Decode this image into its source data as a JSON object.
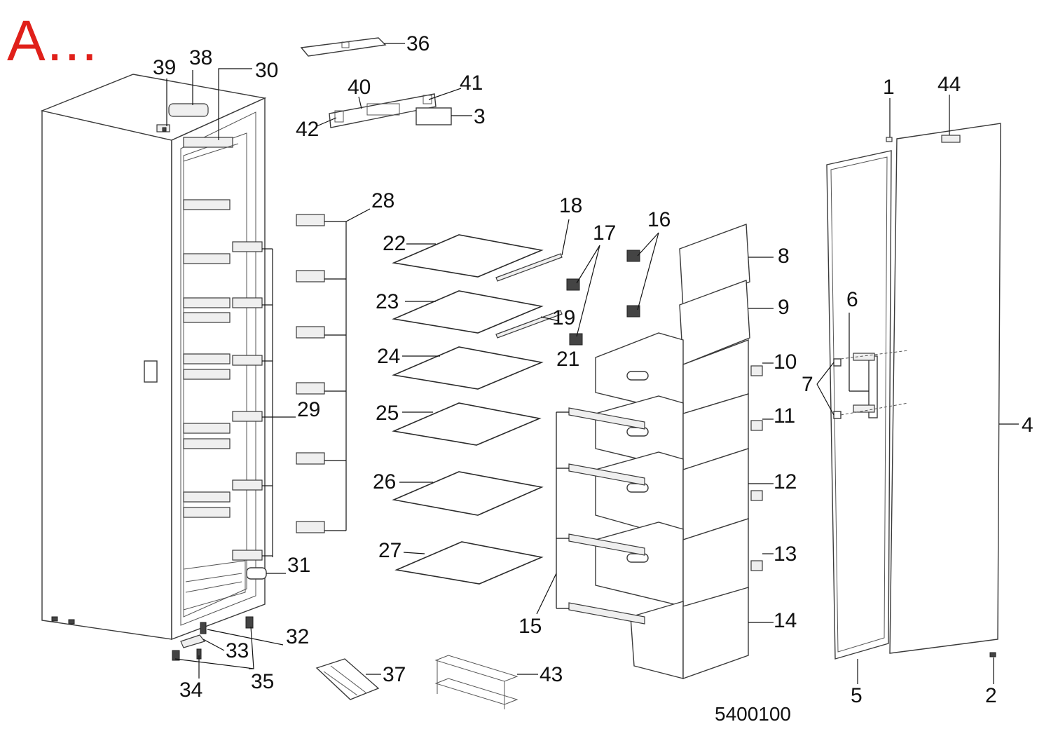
{
  "corner_mark": {
    "text": "A...",
    "color": "#e0201a"
  },
  "diagram_code": "5400100",
  "part_numbers": {
    "p1": "1",
    "p2": "2",
    "p3": "3",
    "p4": "4",
    "p5": "5",
    "p6": "6",
    "p7": "7",
    "p8": "8",
    "p9": "9",
    "p10": "10",
    "p11": "11",
    "p12": "12",
    "p13": "13",
    "p14": "14",
    "p15": "15",
    "p16": "16",
    "p17": "17",
    "p18": "18",
    "p19": "19",
    "p21": "21",
    "p22": "22",
    "p23": "23",
    "p24": "24",
    "p25": "25",
    "p26": "26",
    "p27": "27",
    "p28": "28",
    "p29": "29",
    "p30": "30",
    "p31": "31",
    "p32": "32",
    "p33": "33",
    "p34": "34",
    "p35": "35",
    "p36": "36",
    "p37": "37",
    "p38": "38",
    "p39": "39",
    "p40": "40",
    "p41": "41",
    "p42": "42",
    "p43": "43",
    "p44": "44"
  }
}
